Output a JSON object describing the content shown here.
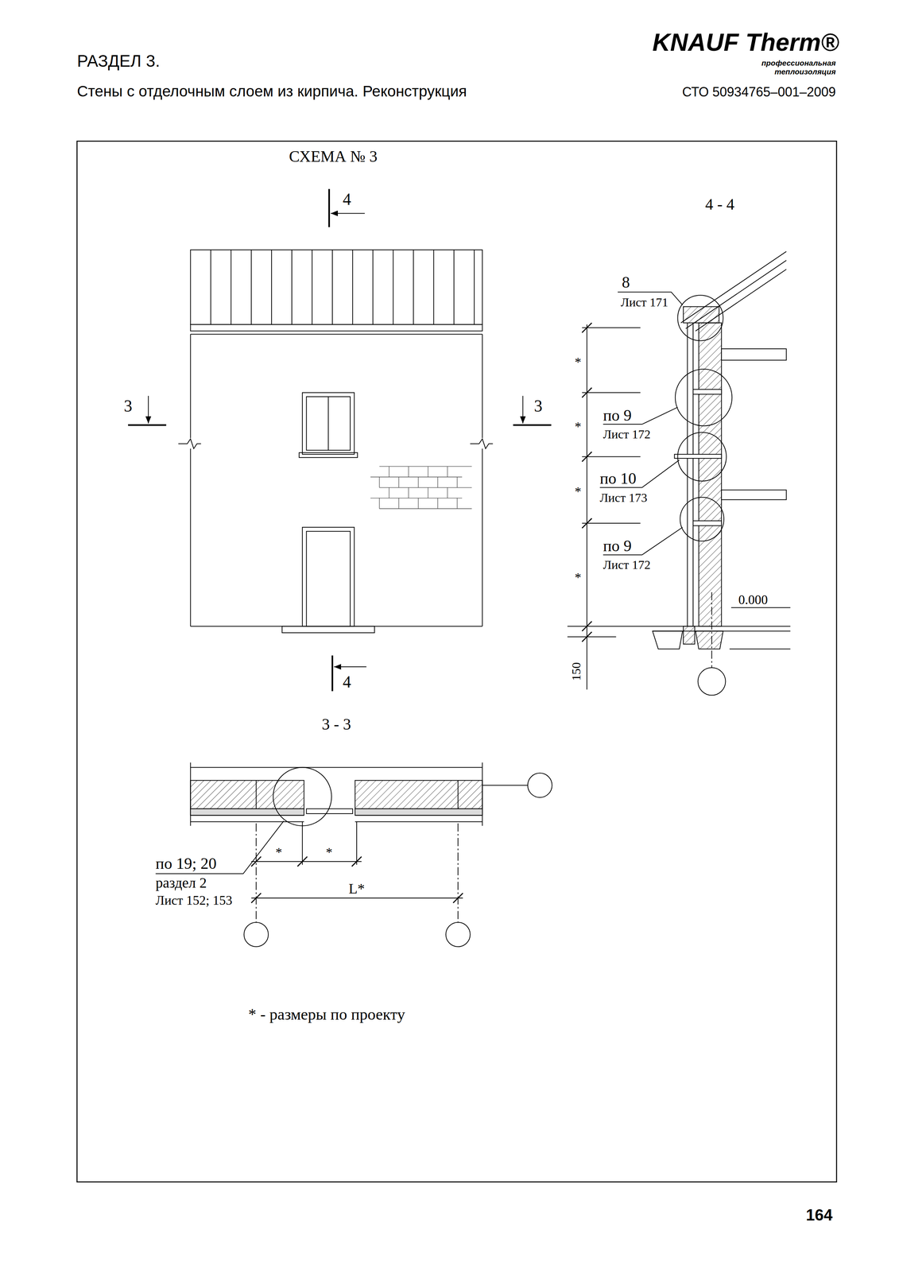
{
  "diagram": {
    "title": "СХЕМА № 3",
    "labels": [
      "РАЗДЕЛ 3.",
      "Стены с отделочным слоем из кирпича. Реконструкция",
      "KNAUF Therm®",
      "профессиональная",
      "теплоизоляция",
      "СТО 50934765–001–2009",
      "4",
      "4 - 4",
      "3",
      "3",
      "8",
      "Лист 171",
      "по 9",
      "Лист 172",
      "по 10",
      "Лист 173",
      "по 9",
      "Лист 172",
      "0.000",
      "150",
      "*",
      "*",
      "*",
      "*",
      "4",
      "3 - 3",
      "*",
      "*",
      "по 19; 20",
      "раздел 2",
      "Лист 152; 153",
      "L*",
      "* - размеры по проекту",
      "164"
    ]
  }
}
